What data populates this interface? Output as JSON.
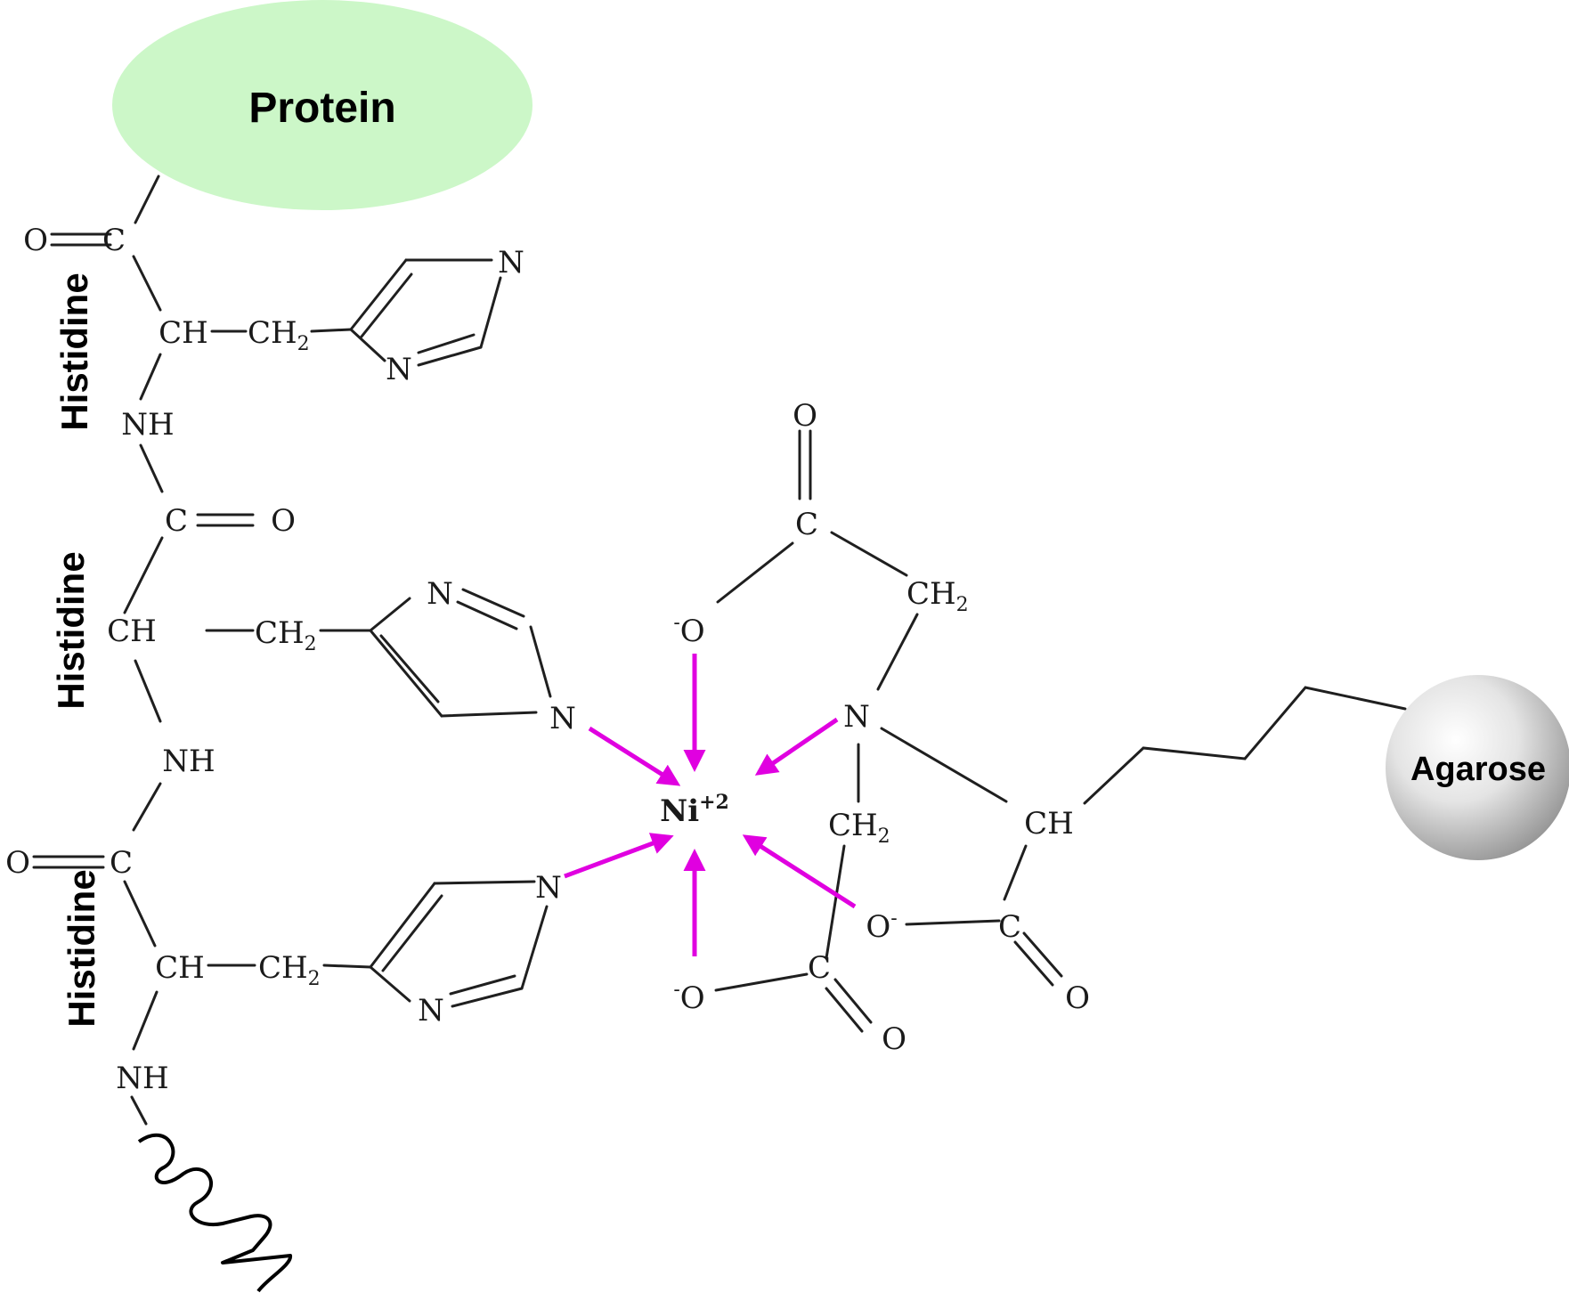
{
  "colors": {
    "protein_fill": "#ccf7c8",
    "coordination_arrow": "#e000e0",
    "agarose_fill": "#d6d6d6",
    "bond": "#1f1f1f",
    "text": "#1a1a1a"
  },
  "labels": {
    "protein": "Protein",
    "agarose": "Agarose",
    "residue_1": "Histidine",
    "residue_2": "Histidine",
    "residue_3": "Histidine",
    "metal": "Ni",
    "metal_charge": "+2"
  },
  "atoms": {
    "carbonyl_c": "C",
    "carbonyl_o": "O",
    "alpha_ch": "CH",
    "methylene_ch": "CH",
    "methylene_sub": "2",
    "amide_nh": "NH",
    "ring_n": "N",
    "carboxylate_o": "O",
    "minus": "-",
    "amine_n": "N"
  }
}
